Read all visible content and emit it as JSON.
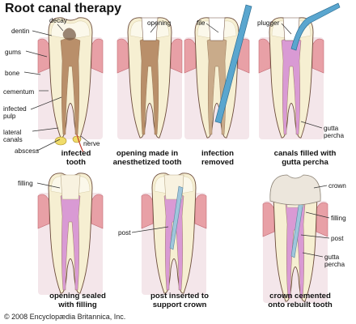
{
  "title": "Root canal therapy",
  "copyright": "© 2008 Encyclopædia Britannica, Inc.",
  "panels": [
    {
      "caption": "infected\ntooth"
    },
    {
      "caption": "opening made in\nanesthetized tooth"
    },
    {
      "caption": "infection\nremoved"
    },
    {
      "caption": "canals filled with\ngutta percha"
    },
    {
      "caption": "opening sealed\nwith filling"
    },
    {
      "caption": "post inserted to\nsupport crown"
    },
    {
      "caption": "crown cemented\nonto rebuilt tooth"
    }
  ],
  "labels": {
    "dentin": "dentin",
    "decay": "decay",
    "gums": "gums",
    "bone": "bone",
    "cementum": "cementum",
    "infected_pulp": "infected\npulp",
    "lateral_canals": "lateral\ncanals",
    "abscess": "abscess",
    "nerve": "nerve",
    "opening": "opening",
    "file": "file",
    "plugger": "plugger",
    "gutta_percha_1": "gutta\npercha",
    "filling_1": "filling",
    "post_1": "post",
    "crown": "crown",
    "filling_2": "filling",
    "post_2": "post",
    "gutta_percha_2": "gutta\npercha"
  },
  "colors": {
    "gum": "#e8a0a6",
    "gum_dark": "#c46a74",
    "bone": "#f4e6ea",
    "dentin": "#f6efd2",
    "enamel": "#fbf8ea",
    "pulp": "#b98f6a",
    "gutta_percha": "#d99ad4",
    "filling": "#f8f2e0",
    "post": "#9fc6dc",
    "abscess": "#f0dc6a",
    "nerve": "#c0392b",
    "instrument": "#5aa6cf",
    "crown": "#ece6dc",
    "outline": "#6b4a3a"
  }
}
